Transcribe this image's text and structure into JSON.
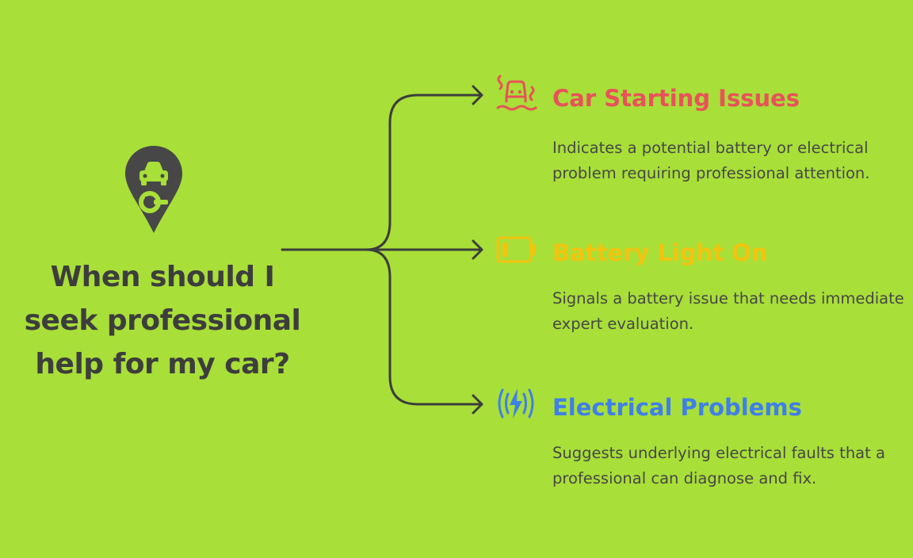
{
  "question": {
    "lines": [
      "When should I",
      "seek professional",
      "help for my car?"
    ]
  },
  "branches": [
    {
      "title": "Car Starting Issues",
      "description": "Indicates a potential battery or electrical problem requiring professional attention.",
      "color": "#e8525a",
      "icon": "car-skid-icon"
    },
    {
      "title": "Battery Light On",
      "description": "Signals a battery issue that needs immediate expert evaluation.",
      "color": "#f2c40f",
      "icon": "battery-icon"
    },
    {
      "title": "Electrical Problems",
      "description": "Suggests underlying electrical faults that a professional can diagnose and fix.",
      "color": "#3f7fe8",
      "icon": "electric-bolt-icon"
    }
  ],
  "colors": {
    "background": "#a8df38",
    "text_dark": "#3d3d3d",
    "connector": "#3d3d3d"
  },
  "root_icon": "car-repair-pin-icon"
}
